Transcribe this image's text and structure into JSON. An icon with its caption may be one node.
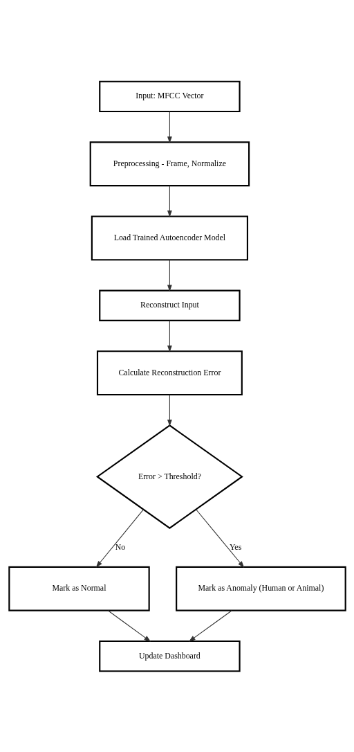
{
  "diagram": {
    "nodes": [
      {
        "text": [
          "Input: MFCC Vector"
        ]
      },
      {
        "text": [
          "Preprocessing - Frame, Normalize"
        ]
      },
      {
        "text": [
          "Load Trained Autoencoder Model"
        ]
      },
      {
        "text": [
          "Reconstruct Input"
        ]
      },
      {
        "text": [
          "Calculate Reconstruction Error"
        ]
      },
      {
        "text": [
          "Error > Threshold?"
        ]
      },
      {
        "text": [
          "Mark as Normal"
        ]
      },
      {
        "text": [
          "Mark as Anomaly (Human or Animal)"
        ]
      },
      {
        "text": [
          "Update Dashboard"
        ]
      }
    ],
    "edges": [
      {
        "from": 0,
        "to": 1,
        "arrow": "to"
      },
      {
        "from": 1,
        "to": 2,
        "arrow": "to"
      },
      {
        "from": 2,
        "to": 3,
        "arrow": "to"
      },
      {
        "from": 3,
        "to": 4,
        "arrow": "to"
      },
      {
        "from": 4,
        "to": 5,
        "arrow": "to"
      },
      {
        "from": 5,
        "to": 6,
        "arrow": "to",
        "label": "No"
      },
      {
        "from": 5,
        "to": 7,
        "arrow": "to",
        "label": "Yes"
      },
      {
        "from": 6,
        "to": 8,
        "arrow": "to"
      },
      {
        "from": 7,
        "to": 8,
        "arrow": "to"
      }
    ]
  }
}
